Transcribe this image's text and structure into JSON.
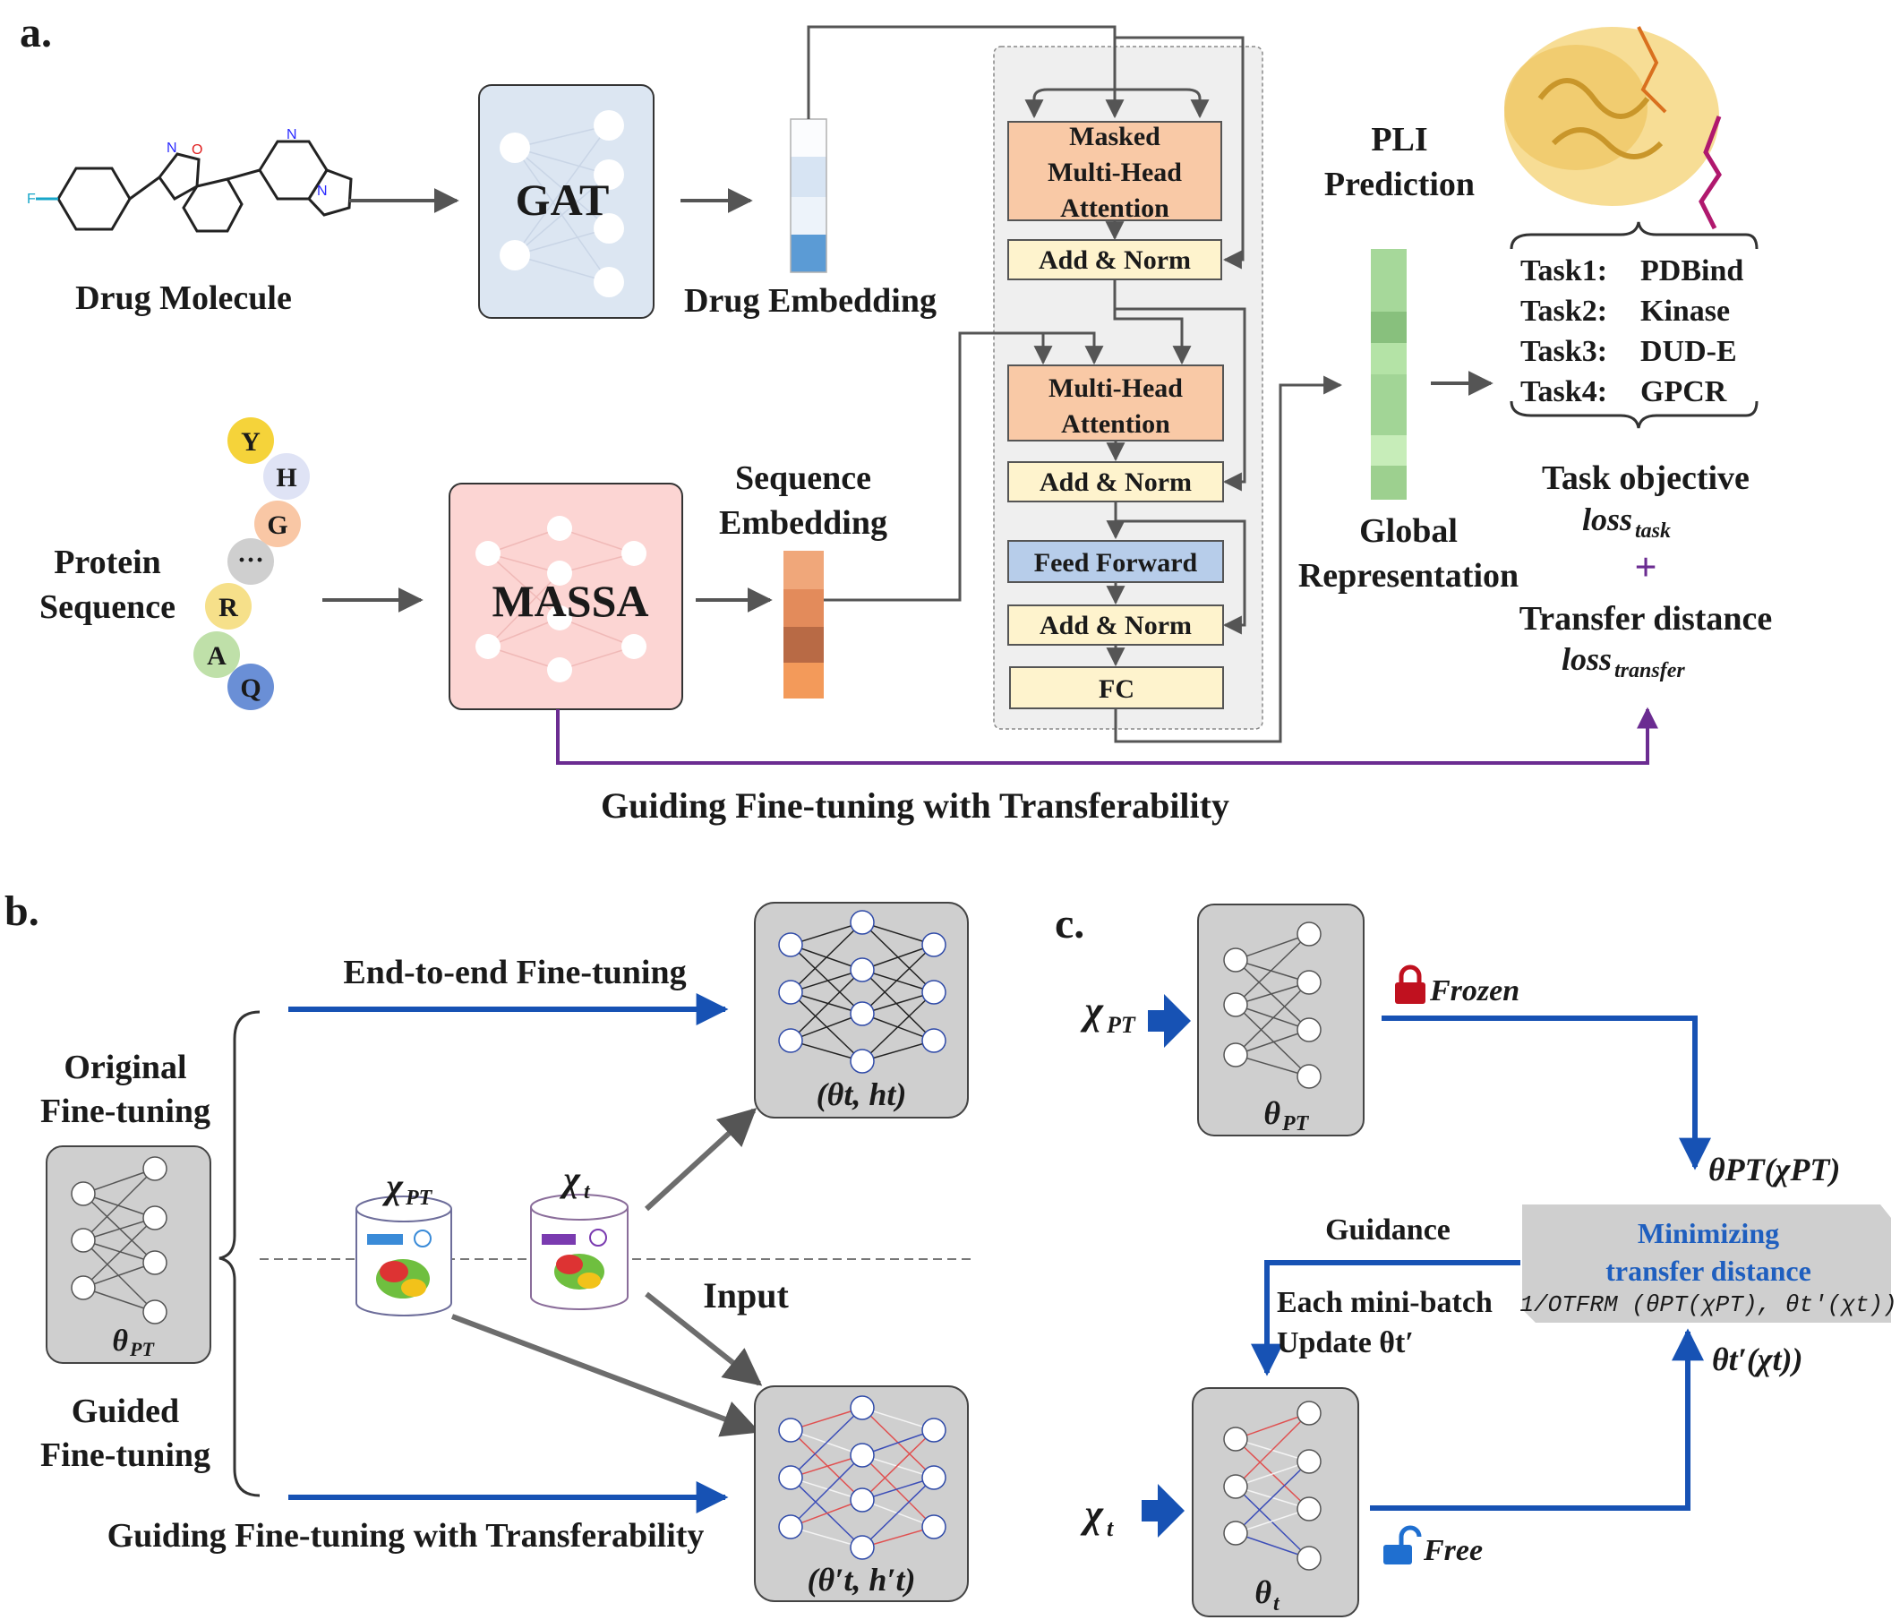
{
  "panel_a": {
    "label": "a.",
    "drug_molecule": "Drug Molecule",
    "gat": "GAT",
    "drug_embedding": "Drug Embedding",
    "protein_sequence_line1": "Protein",
    "protein_sequence_line2": "Sequence",
    "residues": [
      "Y",
      "H",
      "G",
      "···",
      "R",
      "A",
      "Q"
    ],
    "massa": "MASSA",
    "sequence_embedding_line1": "Sequence",
    "sequence_embedding_line2": "Embedding",
    "transformer": {
      "masked_mha_line1": "Masked",
      "masked_mha_line2": "Multi-Head",
      "masked_mha_line3": "Attention",
      "add_norm_1": "Add & Norm",
      "mha_line1": "Multi-Head",
      "mha_line2": "Attention",
      "add_norm_2": "Add & Norm",
      "feed_forward": "Feed Forward",
      "add_norm_3": "Add & Norm",
      "fc": "FC"
    },
    "pli_line1": "PLI",
    "pli_line2": "Prediction",
    "global_line1": "Global",
    "global_line2": "Representation",
    "tasks": [
      {
        "id": "Task1:",
        "name": "PDBind"
      },
      {
        "id": "Task2:",
        "name": "Kinase"
      },
      {
        "id": "Task3:",
        "name": "DUD-E"
      },
      {
        "id": "Task4:",
        "name": "GPCR"
      }
    ],
    "task_objective": "Task objective",
    "loss_task_main": "loss",
    "loss_task_sub": "task",
    "plus": "+",
    "transfer_distance": "Transfer distance",
    "loss_transfer_main": "loss",
    "loss_transfer_sub": "transfer",
    "guiding": "Guiding Fine-tuning with Transferability"
  },
  "panel_b": {
    "label": "b.",
    "end_to_end": "End-to-end  Fine-tuning",
    "original_line1": "Original",
    "original_line2": "Fine-tuning",
    "guided_line1": "Guided",
    "guided_line2": "Fine-tuning",
    "theta_pt": "θ",
    "theta_pt_sub": "PT",
    "x_pt": "χ",
    "x_pt_sub": "PT",
    "x_t": "χ",
    "x_t_sub": "t",
    "input": "Input",
    "top_params": "(θt, ht)",
    "bottom_params": "(θ′t, h′t)",
    "guiding": "Guiding Fine-tuning with Transferability"
  },
  "panel_c": {
    "label": "c.",
    "x_pt": "χ",
    "x_pt_sub": "PT",
    "theta_pt": "θ",
    "theta_pt_sub": "PT",
    "frozen": "Frozen",
    "theta_pt_x_pt": "θPT(χPT)",
    "minimizing_line1": "Minimizing",
    "minimizing_line2": "transfer distance",
    "formula": "1/OTFRM (θPT(χPT), θt′(χt))",
    "guidance": "Guidance",
    "each_minibatch": "Each mini-batch",
    "update": "Update θt′",
    "theta_t_x_t": "θt′(χt))",
    "x_t": "χ",
    "x_t_sub": "t",
    "theta_t": "θ",
    "theta_t_sub": "t",
    "free": "Free"
  },
  "colors": {
    "gat_box": "#dce6f2",
    "massa_box": "#fcd5d3",
    "attention_box": "#f9c9a6",
    "norm_box": "#fef3cd",
    "feed_forward_box": "#b7cdea",
    "transformer_bg": "#efefef",
    "network_box": "#cfcfcf",
    "blue_arrow": "#1752b4",
    "purple_arrow": "#6b2c91",
    "formula_blue": "#1f5fbf",
    "lock_red": "#c0111f"
  }
}
